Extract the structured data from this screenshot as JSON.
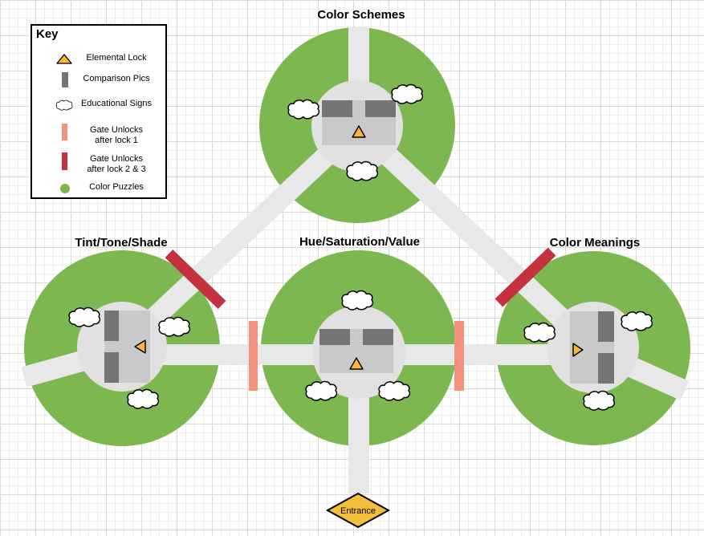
{
  "diagram_type": "theme-park color-puzzle map",
  "colors": {
    "puzzle_green": "#7cb750",
    "path_gray": "#e8e8e8",
    "plaza_gray": "#e1e1e1",
    "building_base": "#c9c9c9",
    "building_dark": "#757575",
    "elemental_lock": "#fcb43f",
    "gate_after_lock1": "#f5907f",
    "gate_after_lock23": "#c43240",
    "entrance_fill": "#f2bf3b"
  },
  "key": {
    "title": "Key",
    "items": [
      {
        "icon": "elemental-lock-icon",
        "line1": "Elemental Lock",
        "line2": ""
      },
      {
        "icon": "comparison-pics-icon",
        "line1": "Comparison Pics",
        "line2": ""
      },
      {
        "icon": "educational-signs-icon",
        "line1": "Educational Signs",
        "line2": ""
      },
      {
        "icon": "gate-lock1-icon",
        "line1": "Gate Unlocks",
        "line2": "after lock 1"
      },
      {
        "icon": "gate-lock23-icon",
        "line1": "Gate Unlocks",
        "line2": "after lock 2 & 3"
      },
      {
        "icon": "color-puzzles-icon",
        "line1": "Color Puzzles",
        "line2": ""
      }
    ]
  },
  "zones": {
    "top": {
      "title": "Color Schemes"
    },
    "left": {
      "title": "Tint/Tone/Shade"
    },
    "center": {
      "title": "Hue/Saturation/Value"
    },
    "right": {
      "title": "Color Meanings"
    }
  },
  "entrance": {
    "label": "Entrance"
  }
}
